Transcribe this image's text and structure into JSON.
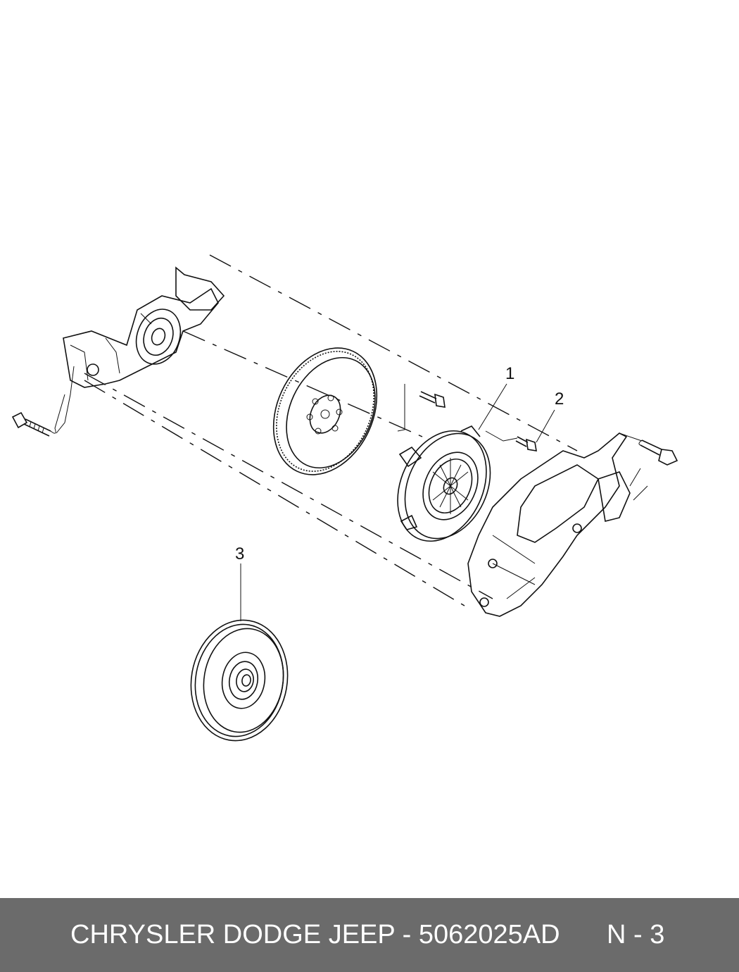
{
  "diagram": {
    "callouts": [
      "1",
      "2",
      "3"
    ]
  },
  "footer": {
    "caption": "CHRYSLER DODGE JEEP - 5062025AD",
    "page": "N - 3",
    "background": "#6b6b6b",
    "text_color": "#ffffff"
  }
}
